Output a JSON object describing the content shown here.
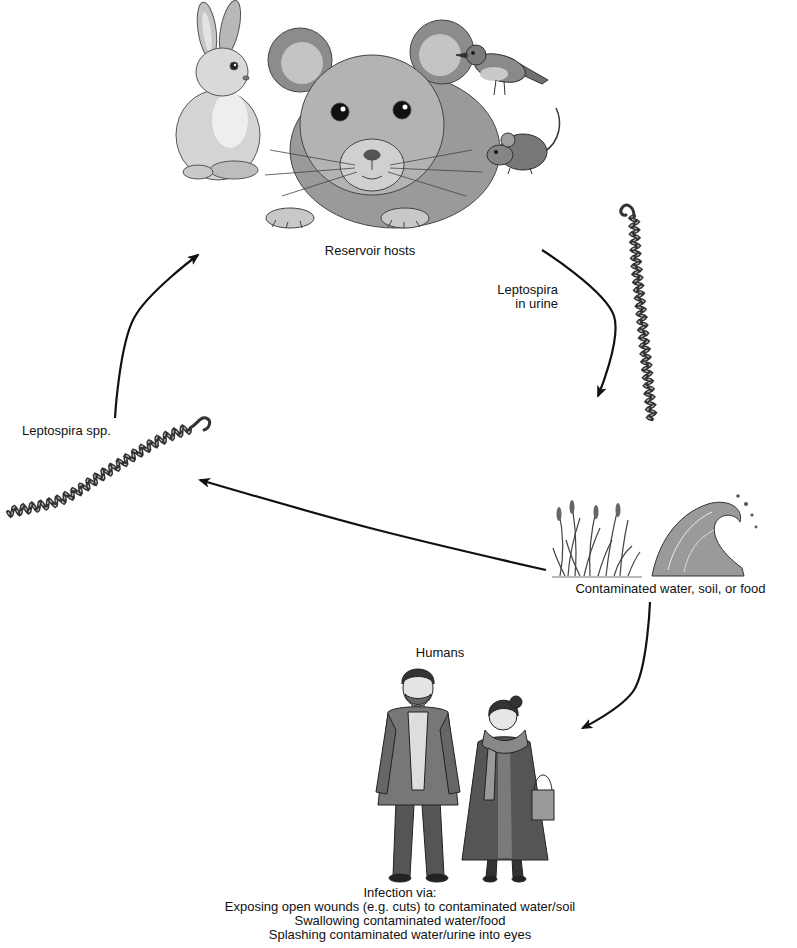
{
  "diagram": {
    "nodes": [
      {
        "text": [
          "Reservoir hosts"
        ]
      },
      {
        "text": [
          "Leptospira spp."
        ]
      },
      {
        "text": [
          "Contaminated water, soil, or food"
        ]
      },
      {
        "text": [
          "Humans",
          "Infection via:",
          "Exposing open wounds (e.g. cuts) to contaminated water/soil",
          "Swallowing contaminated water/food",
          "Splashing contaminated water/urine into eyes"
        ]
      }
    ],
    "edges": [
      {
        "from": 0,
        "to": 2,
        "label": "Leptospira in urine",
        "arrow": "to"
      },
      {
        "from": 2,
        "to": 1,
        "arrow": "to"
      },
      {
        "from": 1,
        "to": 0,
        "arrow": "to"
      },
      {
        "from": 2,
        "to": 3,
        "arrow": "to"
      }
    ]
  }
}
